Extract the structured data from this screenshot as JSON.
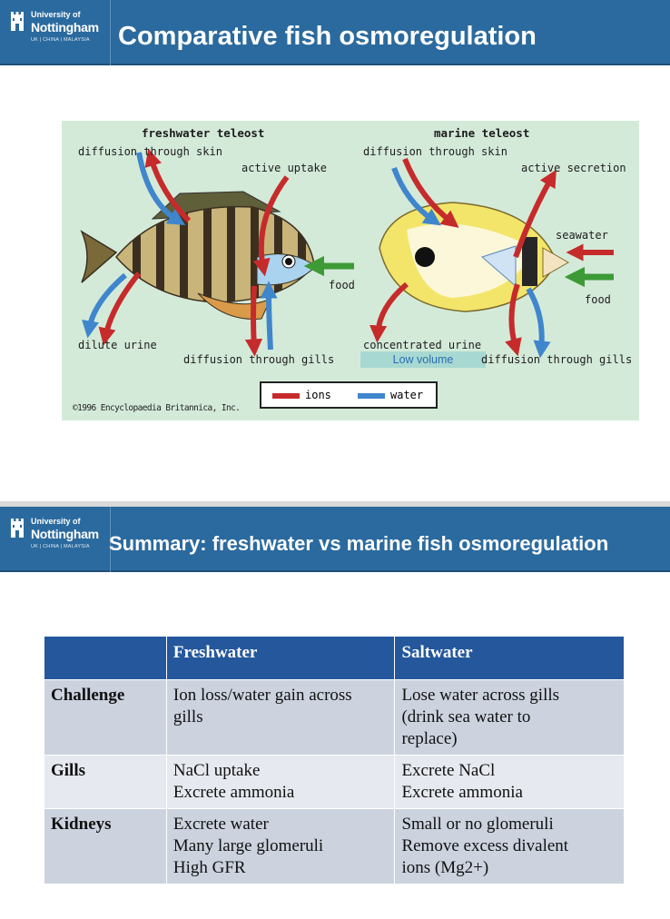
{
  "branding": {
    "university": "University of",
    "name": "Nottingham",
    "campuses": "UK | CHINA | MALAYSIA"
  },
  "slide1": {
    "title": "Comparative fish osmoregulation",
    "diagram": {
      "freshwater_title": "freshwater teleost",
      "marine_title": "marine teleost",
      "fw_labels": {
        "skin": "diffusion through skin",
        "uptake": "active uptake",
        "food": "food",
        "urine": "dilute urine",
        "gills": "diffusion through gills"
      },
      "mw_labels": {
        "skin": "diffusion through skin",
        "secretion": "active secretion",
        "seawater": "seawater",
        "food": "food",
        "urine": "concentrated urine",
        "low_volume": "Low volume",
        "gills": "diffusion through gills"
      },
      "legend": {
        "ions": "ions",
        "water": "water"
      },
      "colors": {
        "ions": "#c62b2b",
        "water": "#3f86cc",
        "food": "#3d9a36",
        "background": "#d4ead9"
      },
      "copyright": "©1996 Encyclopaedia Britannica, Inc."
    }
  },
  "slide2": {
    "title": "Summary: freshwater vs marine fish osmoregulation",
    "table": {
      "headers": [
        "",
        "Freshwater",
        "Saltwater"
      ],
      "rows": [
        {
          "label": "Challenge",
          "freshwater": [
            "Ion loss/water gain across",
            "gills"
          ],
          "saltwater": [
            "Lose water across gills",
            "(drink sea water to",
            "replace)"
          ]
        },
        {
          "label": "Gills",
          "freshwater": [
            "NaCl uptake",
            "Excrete ammonia"
          ],
          "saltwater": [
            "Excrete NaCl",
            "Excrete ammonia"
          ]
        },
        {
          "label": "Kidneys",
          "freshwater": [
            "Excrete water",
            "Many large glomeruli",
            "High GFR"
          ],
          "saltwater": [
            "Small or no glomeruli",
            "Remove excess divalent",
            "ions (Mg2+)"
          ]
        }
      ]
    }
  }
}
